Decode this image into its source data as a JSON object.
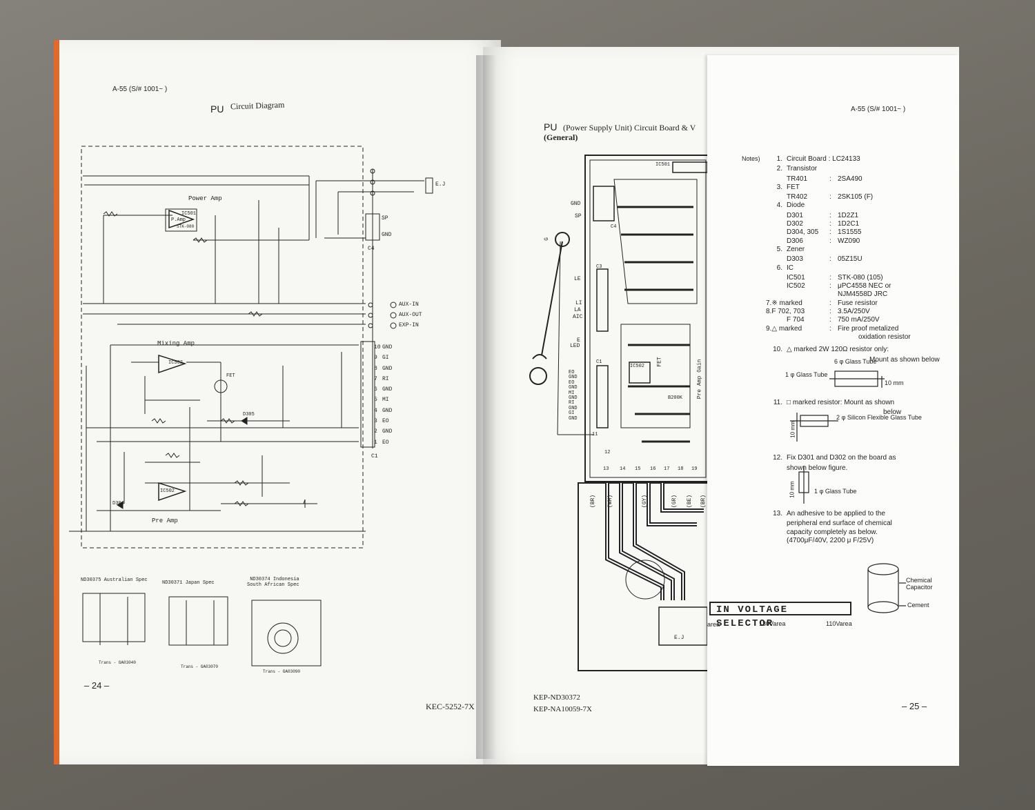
{
  "left_page": {
    "header": "A-55 (S/# 1001~ )",
    "title_prefix": "PU",
    "title": "Circuit Diagram",
    "sections": {
      "power_amp": "Power Amp",
      "mixing_amp": "Mixing Amp",
      "pre_amp": "Pre Amp",
      "fet": "FET"
    },
    "ic_labels": [
      "IC501",
      "P.Amp",
      "STK-080",
      "IC502",
      "IC502"
    ],
    "jack_labels": {
      "ej": "E.J",
      "sp": "SP",
      "gnd": "GND",
      "c4": "C4",
      "aux_in": "AUX-IN",
      "aux_out": "AUX-OUT",
      "exp_in": "EXP-IN",
      "c1": "C1"
    },
    "connector_pins": [
      {
        "num": "10",
        "label": "GND"
      },
      {
        "num": "9",
        "label": "GI"
      },
      {
        "num": "8",
        "label": "GND"
      },
      {
        "num": "7",
        "label": "RI"
      },
      {
        "num": "6",
        "label": "GND"
      },
      {
        "num": "5",
        "label": "MI"
      },
      {
        "num": "4",
        "label": "GND"
      },
      {
        "num": "3",
        "label": "EO"
      },
      {
        "num": "2",
        "label": "GND"
      },
      {
        "num": "1",
        "label": "EO"
      }
    ],
    "diode_labels": [
      "D305",
      "D304"
    ],
    "specs": [
      {
        "code": "ND30375",
        "name": "Australian Spec",
        "trans": "Trans - GA03040"
      },
      {
        "code": "ND30371",
        "name": "Japan Spec",
        "trans": "Trans - GA03070"
      },
      {
        "code": "ND30374",
        "name": "Indonesia\nSouth African Spec",
        "trans": "Trans - GA03090"
      }
    ],
    "page_number": "– 24 –",
    "footer_code": "KEC-5252-7X"
  },
  "right_page": {
    "header": "A-55 (S/# 1001~ )",
    "title_prefix": "PU",
    "title": "(Power Supply Unit) Circuit Board & V",
    "subtitle": "(General)",
    "board_labels": {
      "gnd": "GND",
      "sp": "SP",
      "g": "G",
      "le": "LE",
      "li": "LI",
      "la": "LA",
      "aic": "AIC",
      "e": "E",
      "led": "LED",
      "c4": "C4",
      "c3": "C3",
      "c1": "C1",
      "ic501": "IC501",
      "ic502": "IC502",
      "fet": "FET",
      "gain": "Pre Amp Gain",
      "b200k": "B200K",
      "ej": "E.J"
    },
    "edge_labels": [
      "EO",
      "GND",
      "EO",
      "GND",
      "MI",
      "GND",
      "RI",
      "GND",
      "GI",
      "GND"
    ],
    "wire_colors": [
      "(BR)",
      "(WH)",
      "(GY)",
      "(GR)",
      "(BE)",
      "(BR)"
    ],
    "wire_numbers": [
      "11",
      "12",
      "13",
      "14",
      "15",
      "16",
      "17",
      "18",
      "19"
    ],
    "notes_title": "Notes)",
    "notes": [
      {
        "n": "1.",
        "text": "Circuit Board : LC24133"
      },
      {
        "n": "2.",
        "text": "Transistor"
      },
      {
        "k": "TR401",
        "v": "2SA490"
      },
      {
        "n": "3.",
        "text": "FET"
      },
      {
        "k": "TR402",
        "v": "2SK105 (F)"
      },
      {
        "n": "4.",
        "text": "Diode"
      },
      {
        "k": "D301",
        "v": "1D2Z1"
      },
      {
        "k": "D302",
        "v": "1D2C1"
      },
      {
        "k": "D304, 305",
        "v": "1S1555"
      },
      {
        "k": "D306",
        "v": "WZ090"
      },
      {
        "n": "5.",
        "text": "Zener"
      },
      {
        "k": "D303",
        "v": "05Z15U"
      },
      {
        "n": "6.",
        "text": "IC"
      },
      {
        "k": "IC501",
        "v": "STK-080 (105)"
      },
      {
        "k": "IC502",
        "v": "μPC4558 NEC or"
      },
      {
        "k": "",
        "v": "NJM4558D JRC"
      },
      {
        "n": "7.",
        "text": "※ marked",
        "v": "Fuse resistor"
      },
      {
        "n": "8.",
        "text": "F 702, 703",
        "v": "3.5A/250V"
      },
      {
        "k": "F 704",
        "v": "750 mA/250V"
      },
      {
        "n": "9.",
        "text": "△ marked",
        "v": "Fire proof metalized"
      },
      {
        "k": "",
        "v": "oxidation resistor"
      },
      {
        "n": "10.",
        "text": "△ marked 2W 120Ω resistor only:"
      },
      {
        "k": "",
        "v": "Mount as shown below"
      },
      {
        "n": "11.",
        "text": "□ marked resistor: Mount as shown"
      },
      {
        "k": "",
        "v": "below"
      },
      {
        "n": "12.",
        "text": "Fix D301 and D302 on the board as"
      },
      {
        "k": "",
        "v": "shown below figure."
      },
      {
        "n": "13.",
        "text": "An adhesive to be applied to the"
      },
      {
        "k": "",
        "v": "peripheral end surface of chemical"
      },
      {
        "k": "",
        "v": "capacity completely as below."
      },
      {
        "k": "",
        "v": "(4700μF/40V, 2200 μ F/25V)"
      }
    ],
    "figure_labels": {
      "glass_6": "6 φ Glass Tube",
      "glass_1": "1 φ Glass Tube",
      "mm10": "10 mm",
      "silicon": "2 φ  Silicon Flexible Glass Tube",
      "glass_1b": "1 φ  Glass Tube",
      "mm10b": "10 mm",
      "mm10c": "10 mm",
      "chem": "Chemical\nCapacitor",
      "cement": "Cement"
    },
    "voltage_selector": {
      "title": "IN  VOLTAGE  SELECTOR",
      "areas": [
        "area",
        "130Varea",
        "110Varea"
      ]
    },
    "footer_codes": [
      "KEP-ND30372",
      "KEP-NA10059-7X"
    ],
    "page_number": "– 25 –"
  },
  "colors": {
    "paper": "#f7f7f4",
    "ink": "#222222",
    "spine": "#e2692a"
  }
}
